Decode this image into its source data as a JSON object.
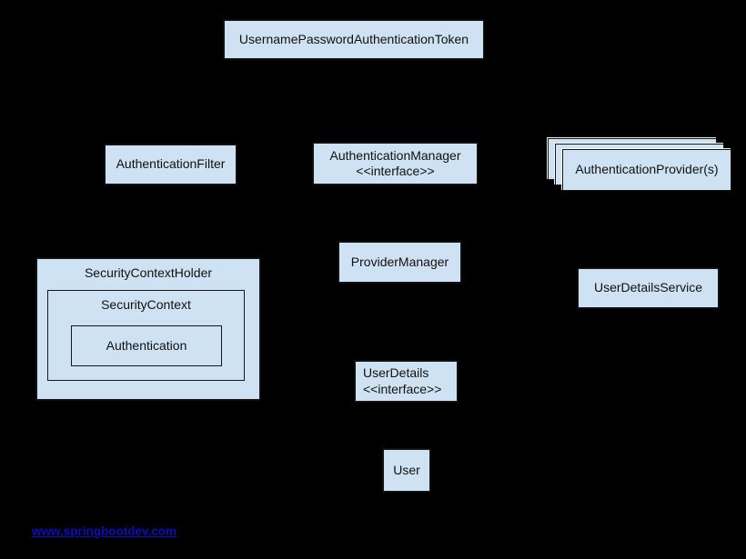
{
  "theme": {
    "bg": "#000000",
    "box_fill": "#cfe2f3",
    "box_border": "#161616",
    "text": "#111111",
    "link": "#0d0dbd"
  },
  "diagram": {
    "type": "spring-security-architecture-diagram",
    "nodes": {
      "token": {
        "label": "UsernamePasswordAuthenticationToken"
      },
      "authentication_filter": {
        "label": "AuthenticationFilter"
      },
      "authentication_manager": {
        "line1": "AuthenticationManager",
        "line2": "<<interface>>"
      },
      "authentication_providers": {
        "label": "AuthenticationProvider(s)",
        "stacked_copies": 3
      },
      "provider_manager": {
        "label": "ProviderManager"
      },
      "user_details_service": {
        "label": "UserDetailsService"
      },
      "security_context_holder": {
        "label": "SecurityContextHolder"
      },
      "security_context": {
        "label": "SecurityContext"
      },
      "authentication": {
        "label": "Authentication"
      },
      "user_details": {
        "line1": "UserDetails",
        "line2": "<<interface>>"
      },
      "user": {
        "label": "User"
      }
    },
    "containment": [
      "SecurityContextHolder > SecurityContext > Authentication"
    ]
  },
  "footer": {
    "link_text": "www.springbootdev.com"
  }
}
